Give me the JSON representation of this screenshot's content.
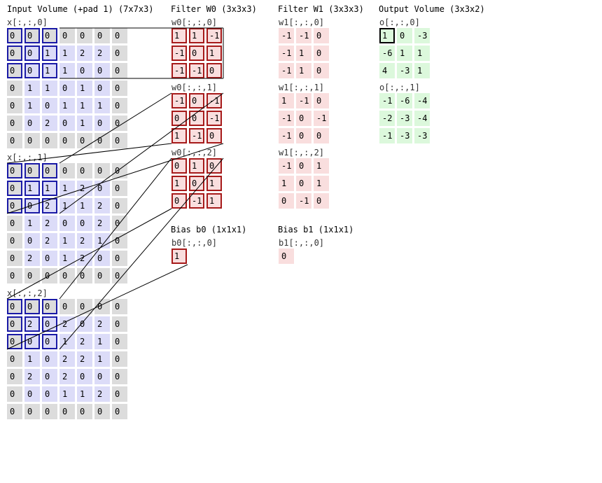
{
  "titles": {
    "input": "Input Volume (+pad 1) (7x7x3)",
    "w0": "Filter W0 (3x3x3)",
    "w1": "Filter W1 (3x3x3)",
    "out": "Output Volume (3x3x2)",
    "b0": "Bias b0 (1x1x1)",
    "b1": "Bias b1 (1x1x1)"
  },
  "input": {
    "labels": [
      "x[:,:,0]",
      "x[:,:,1]",
      "x[:,:,2]"
    ],
    "slices": [
      [
        [
          0,
          0,
          0,
          0,
          0,
          0,
          0
        ],
        [
          0,
          0,
          1,
          1,
          2,
          2,
          0
        ],
        [
          0,
          0,
          1,
          1,
          0,
          0,
          0
        ],
        [
          0,
          1,
          1,
          0,
          1,
          0,
          0
        ],
        [
          0,
          1,
          0,
          1,
          1,
          1,
          0
        ],
        [
          0,
          0,
          2,
          0,
          1,
          0,
          0
        ],
        [
          0,
          0,
          0,
          0,
          0,
          0,
          0
        ]
      ],
      [
        [
          0,
          0,
          0,
          0,
          0,
          0,
          0
        ],
        [
          0,
          1,
          1,
          1,
          2,
          0,
          0
        ],
        [
          0,
          0,
          2,
          1,
          1,
          2,
          0
        ],
        [
          0,
          1,
          2,
          0,
          0,
          2,
          0
        ],
        [
          0,
          0,
          2,
          1,
          2,
          1,
          0
        ],
        [
          0,
          2,
          0,
          1,
          2,
          0,
          0
        ],
        [
          0,
          0,
          0,
          0,
          0,
          0,
          0
        ]
      ],
      [
        [
          0,
          0,
          0,
          0,
          0,
          0,
          0
        ],
        [
          0,
          2,
          0,
          2,
          0,
          2,
          0
        ],
        [
          0,
          0,
          0,
          1,
          2,
          1,
          0
        ],
        [
          0,
          1,
          0,
          2,
          2,
          1,
          0
        ],
        [
          0,
          2,
          0,
          2,
          0,
          0,
          0
        ],
        [
          0,
          0,
          0,
          1,
          1,
          2,
          0
        ],
        [
          0,
          0,
          0,
          0,
          0,
          0,
          0
        ]
      ]
    ]
  },
  "w0": {
    "labels": [
      "w0[:,:,0]",
      "w0[:,:,1]",
      "w0[:,:,2]"
    ],
    "slices": [
      [
        [
          1,
          1,
          -1
        ],
        [
          -1,
          0,
          1
        ],
        [
          -1,
          -1,
          0
        ]
      ],
      [
        [
          -1,
          0,
          -1
        ],
        [
          0,
          0,
          -1
        ],
        [
          1,
          -1,
          0
        ]
      ],
      [
        [
          0,
          1,
          0
        ],
        [
          1,
          0,
          1
        ],
        [
          0,
          -1,
          1
        ]
      ]
    ]
  },
  "w1": {
    "labels": [
      "w1[:,:,0]",
      "w1[:,:,1]",
      "w1[:,:,2]"
    ],
    "slices": [
      [
        [
          -1,
          -1,
          0
        ],
        [
          -1,
          1,
          0
        ],
        [
          -1,
          1,
          0
        ]
      ],
      [
        [
          1,
          -1,
          0
        ],
        [
          -1,
          0,
          -1
        ],
        [
          -1,
          0,
          0
        ]
      ],
      [
        [
          -1,
          0,
          1
        ],
        [
          1,
          0,
          1
        ],
        [
          0,
          -1,
          0
        ]
      ]
    ]
  },
  "b0": {
    "label": "b0[:,:,0]",
    "value": 1
  },
  "b1": {
    "label": "b1[:,:,0]",
    "value": 0
  },
  "output": {
    "labels": [
      "o[:,:,0]",
      "o[:,:,1]"
    ],
    "slices": [
      [
        [
          1,
          0,
          -3
        ],
        [
          -6,
          1,
          1
        ],
        [
          4,
          -3,
          1
        ]
      ],
      [
        [
          -1,
          -6,
          -4
        ],
        [
          -2,
          -3,
          -4
        ],
        [
          -1,
          -3,
          -3
        ]
      ]
    ]
  },
  "colors": {
    "pad": "#dcdcdc",
    "input": "#dcdcf8",
    "weight": "#f9dede",
    "output": "#dcf8dc",
    "highlight_input": "#1a1aa6",
    "highlight_weight": "#a61a1a",
    "highlight_output": "#000000"
  }
}
